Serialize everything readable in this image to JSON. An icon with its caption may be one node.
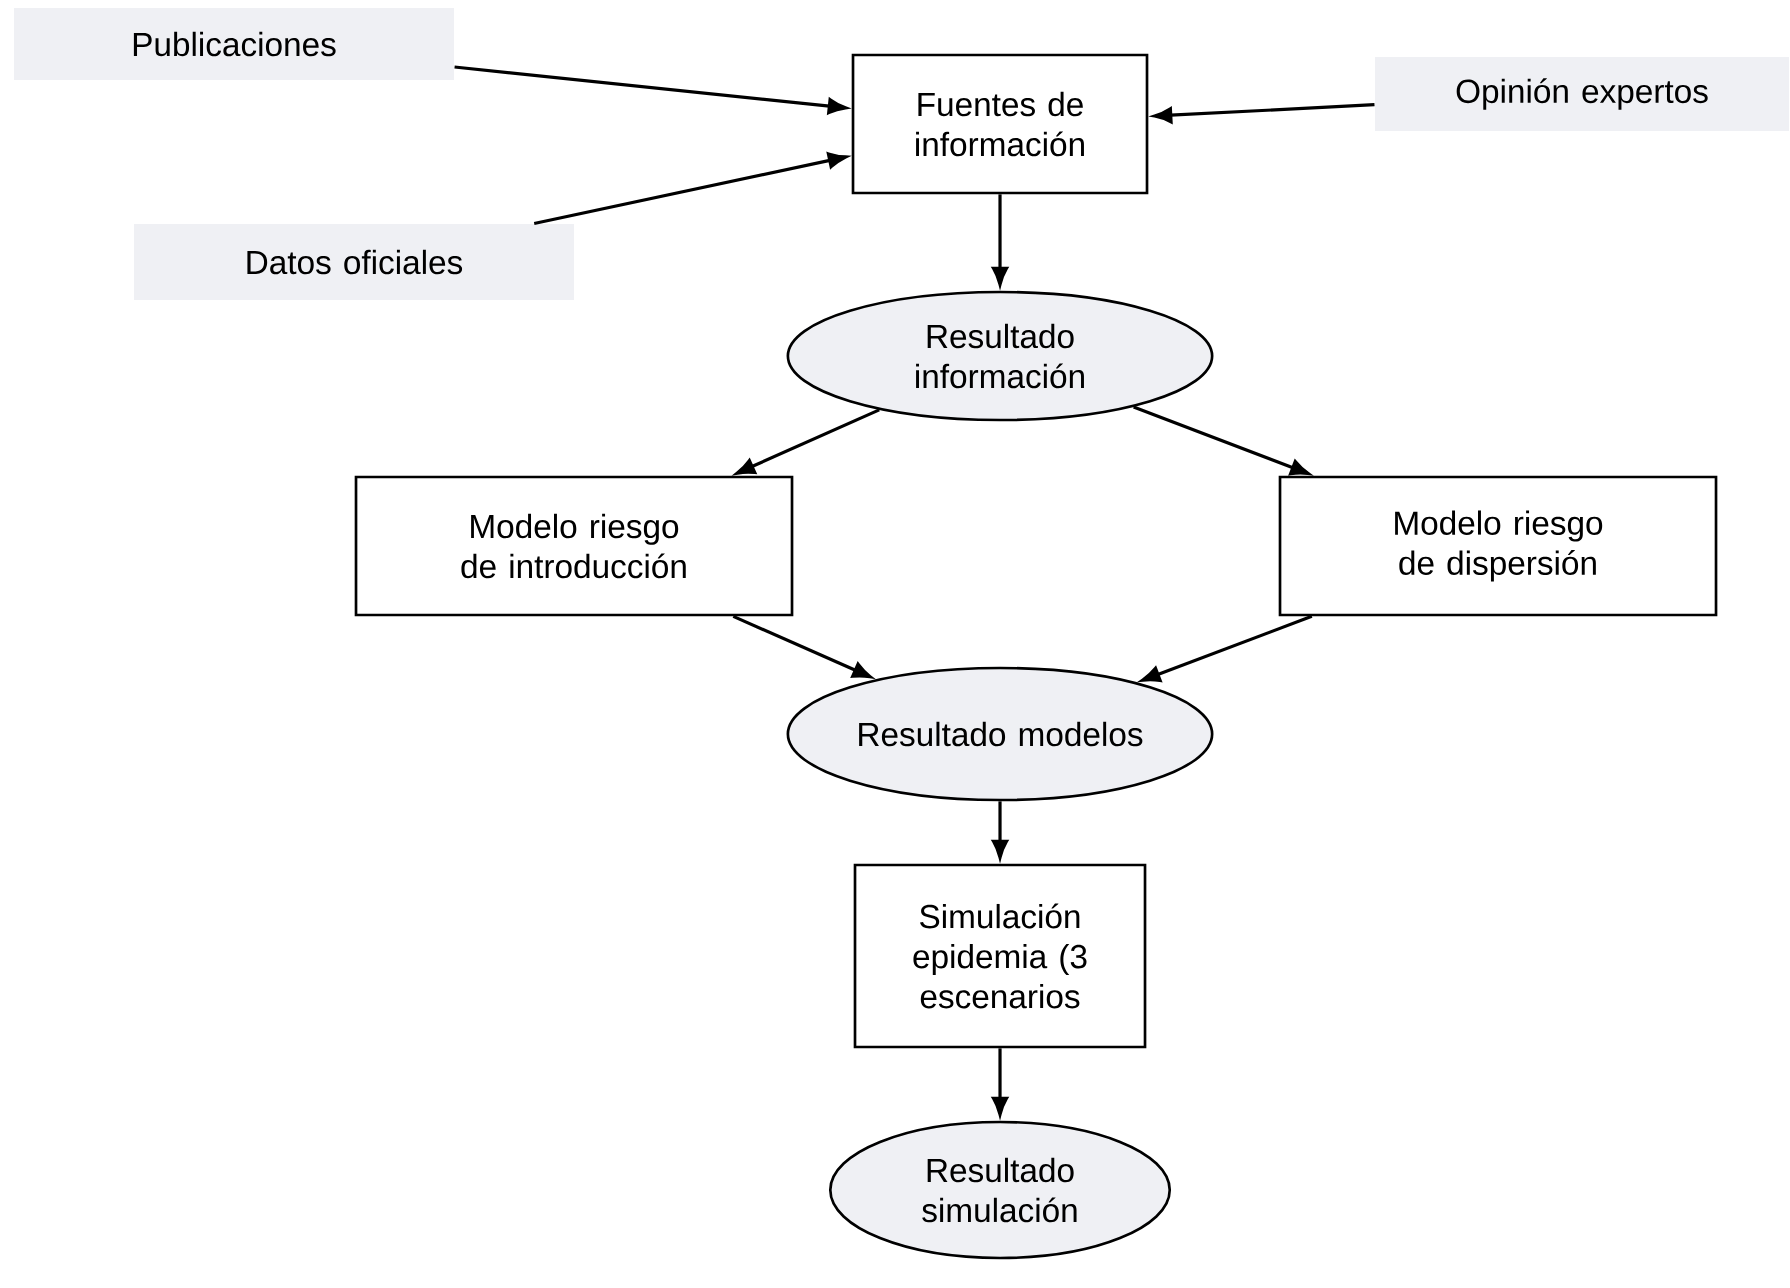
{
  "diagram": {
    "nodes": [
      {
        "text": [
          "Publicaciones"
        ]
      },
      {
        "text": [
          "Fuentes de información"
        ]
      },
      {
        "text": [
          "Opinión expertos"
        ]
      },
      {
        "text": [
          "Datos oficiales"
        ]
      },
      {
        "text": [
          "Resultado información"
        ]
      },
      {
        "text": [
          "Modelo riesgo de introducción"
        ]
      },
      {
        "text": [
          "Modelo riesgo de dispersión"
        ]
      },
      {
        "text": [
          "Resultado modelos"
        ]
      },
      {
        "text": [
          "Simulación epidemia (3 escenarios"
        ]
      },
      {
        "text": [
          "Resultado simulación"
        ]
      }
    ],
    "edges": [
      {
        "from": 0,
        "to": 1,
        "arrow": "to"
      },
      {
        "from": 2,
        "to": 1,
        "arrow": "to"
      },
      {
        "from": 3,
        "to": 1,
        "arrow": "to"
      },
      {
        "from": 1,
        "to": 4,
        "arrow": "to"
      },
      {
        "from": 4,
        "to": 5,
        "arrow": "to"
      },
      {
        "from": 4,
        "to": 6,
        "arrow": "to"
      },
      {
        "from": 5,
        "to": 7,
        "arrow": "to"
      },
      {
        "from": 6,
        "to": 7,
        "arrow": "to"
      },
      {
        "from": 7,
        "to": 8,
        "arrow": "to"
      },
      {
        "from": 8,
        "to": 9,
        "arrow": "to"
      }
    ]
  }
}
